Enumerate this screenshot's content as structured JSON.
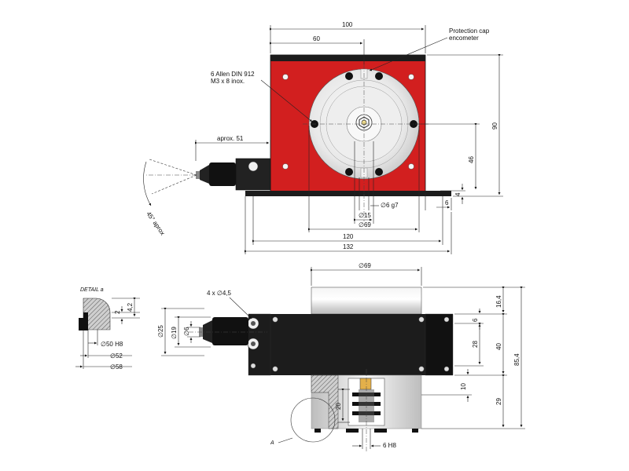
{
  "notes": {
    "protection_cap_line1": "Protection cap",
    "protection_cap_line2": "encometer",
    "allen_line1": "6 Allen DIN 912",
    "allen_line2": "M3 x 8 inox.",
    "aprox51": "aprox. 51",
    "angle_45": "45° aprox",
    "detail_a": "DETAIL a",
    "holes": "4 x ∅4,5",
    "label_a": "A"
  },
  "top_dims": {
    "d100": "100",
    "d60": "60",
    "d90": "90",
    "d46": "46",
    "d4": "4",
    "d6": "6",
    "d15": "∅15",
    "d6g7": "∅6 g7",
    "d69": "∅69",
    "d120": "120",
    "d132": "132"
  },
  "bottom_dims": {
    "d69": "∅69",
    "d16_4": "16,4",
    "d6": "6",
    "d28": "28",
    "d40": "40",
    "d85_4": "85,4",
    "d10": "10",
    "d29": "29",
    "d20": "20",
    "d6H8": "6 H8",
    "d25": "∅25",
    "d19": "∅19",
    "d6b": "∅6"
  },
  "detail_dims": {
    "d2": "2",
    "d4_2": "4,2",
    "d50H8": "∅50 H8",
    "d52": "∅52",
    "d58": "∅58"
  },
  "colors": {
    "red": "#d21f1f",
    "dark": "#1c1c1c",
    "silver": "#e6e6e6"
  }
}
